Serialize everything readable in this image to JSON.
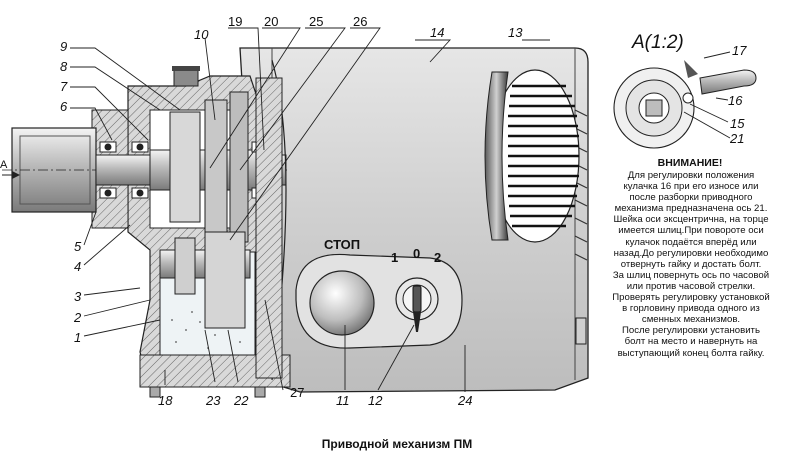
{
  "caption": "Приводной механизм ПМ",
  "section_view": {
    "title": "A(1:2)",
    "labels": [
      "17",
      "16",
      "15",
      "21"
    ]
  },
  "note": {
    "title": "ВНИМАНИЕ!",
    "lines": [
      "Для регулировки положения",
      "кулачка 16 при его износе или",
      "после разборки приводного",
      "механизма предназначена ось 21.",
      "Шейка оси эксцентрична, на торце",
      "имеется шлиц.При повороте оси",
      "кулачок подаётся вперёд или",
      "назад.До регулировки необходимо",
      "отвернуть гайку и достать болт.",
      "За шлиц повернуть ось по часовой",
      "или против часовой стрелки.",
      "Проверять регулировку установкой",
      "в горловину привода одного из",
      "сменных механизмов.",
      "После регулировки установить",
      "болт на место и навернуть на",
      "выступающий конец болта гайку."
    ]
  },
  "controls": {
    "stop_label": "СТОП",
    "position_1": "1",
    "position_0": "0",
    "position_2": "2"
  },
  "view_marker": "A",
  "callouts": {
    "n1": "1",
    "n2": "2",
    "n3": "3",
    "n4": "4",
    "n5": "5",
    "n6": "6",
    "n7": "7",
    "n8": "8",
    "n9": "9",
    "n10": "10",
    "n11": "11",
    "n12": "12",
    "n13": "13",
    "n14": "14",
    "n18": "18",
    "n19": "19",
    "n20": "20",
    "n22": "22",
    "n23": "23",
    "n24": "24",
    "n25": "25",
    "n26": "26",
    "n27": "27"
  }
}
